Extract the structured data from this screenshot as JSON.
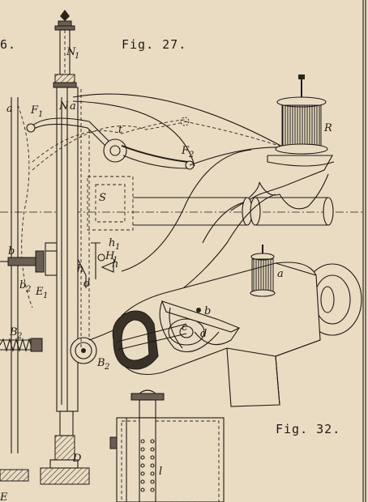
{
  "figures": {
    "fig27_caption": "Fig. 27.",
    "fig32_caption": "Fig. 32.",
    "fig26_fragment": "6."
  },
  "labels": {
    "N1": "N",
    "N1_sub": "1",
    "N": "N",
    "a_top": "a",
    "a_left": "a",
    "F1": "F",
    "F1_sub": "1",
    "t": "t",
    "F2": "F",
    "F2_sub": "2",
    "R": "R",
    "S": "S",
    "h1": "h",
    "h1_sub": "1",
    "H1": "H",
    "H1_sub": "1",
    "h": "h",
    "h_mid": "h",
    "b": "b",
    "b2": "b",
    "b2_sub": "2",
    "E1": "E",
    "E1_sub": "1",
    "d": "d",
    "B2_left": "B",
    "B2_left_sub": "2",
    "B2": "B",
    "B2_sub": "2",
    "D": "D",
    "a_spool": "a",
    "b_plate": "b",
    "c": "c",
    "d_plate": "d",
    "l": "l",
    "E_bottom": "E"
  }
}
